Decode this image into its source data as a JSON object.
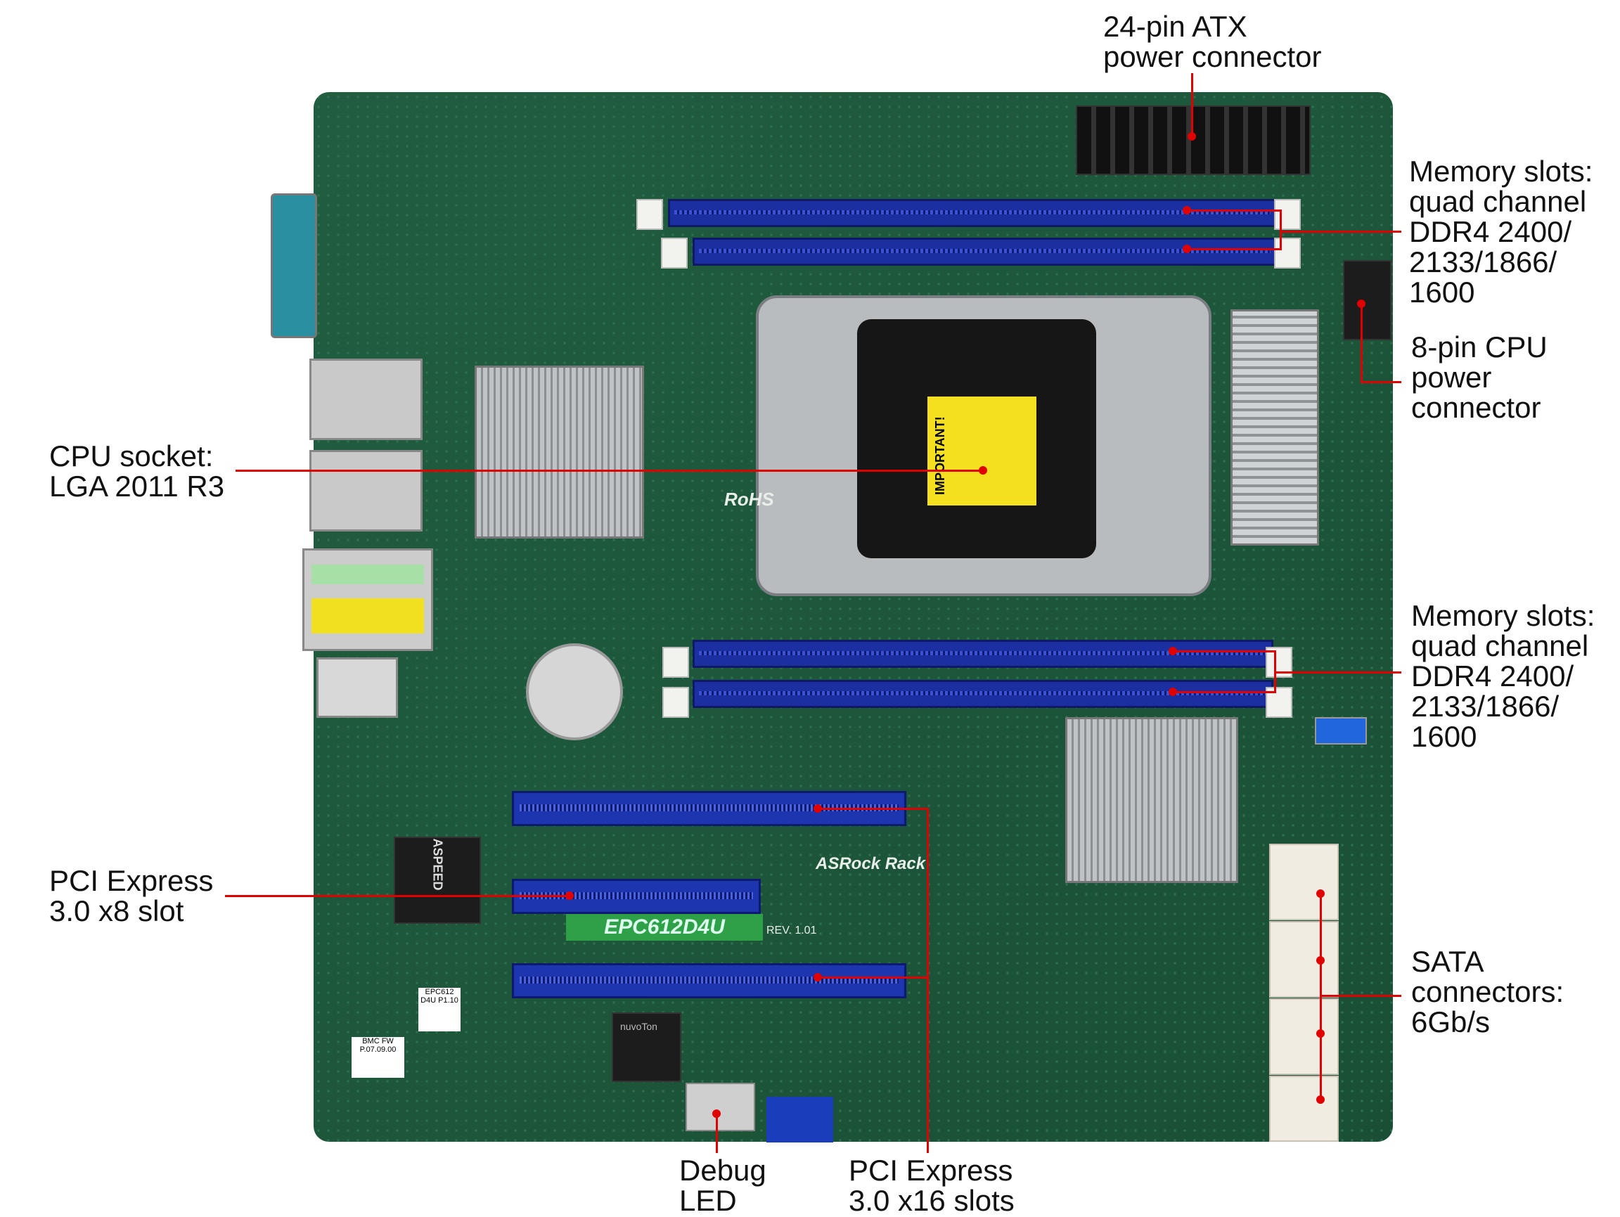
{
  "board": {
    "model": "EPC612D4U",
    "revision": "REV. 1.01",
    "brand": "ASRock Rack",
    "rohs": "RoHS",
    "socket_cap_title": "IMPORTANT!",
    "bmc_chip": "ASPEED",
    "sio_chip": "nuvoTon",
    "bmc_fw_label": "BMC FW P.07.09.00",
    "bios_label": "EPC612 D4U P1.10"
  },
  "callouts": {
    "atx_power": "24-pin ATX\npower connector",
    "memory_top": "Memory slots:\nquad channel\nDDR4 2400/\n2133/1866/\n1600",
    "cpu_power": "8-pin CPU\npower\nconnector",
    "memory_bottom": "Memory slots:\nquad channel\nDDR4 2400/\n2133/1866/\n1600",
    "sata": "SATA\nconnectors:\n6Gb/s",
    "cpu_socket": "CPU socket:\nLGA 2011 R3",
    "pcie_x8": "PCI Express\n3.0 x8 slot",
    "debug_led": "Debug\nLED",
    "pcie_x16": "PCI Express\n3.0 x16 slots"
  },
  "colors": {
    "callout_line": "#e00000",
    "pcb": "#1f5a3c",
    "slot": "#1b2fa0"
  }
}
